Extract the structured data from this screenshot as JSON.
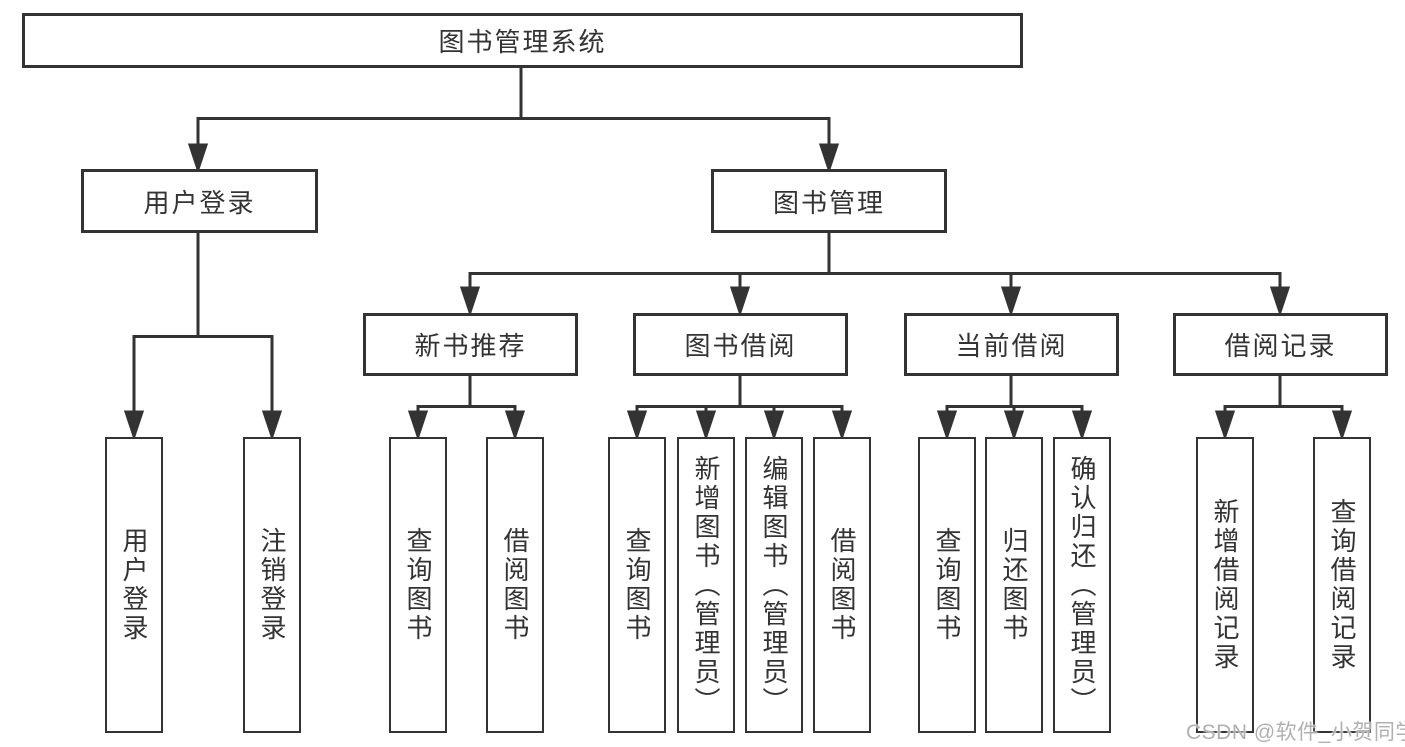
{
  "colors": {
    "line": "#333333",
    "box_background": "#ffffff",
    "text": "#333333",
    "watermark_text": "#b0b0b0",
    "page_background": "#ffffff"
  },
  "watermark": {
    "text": "CSDN @软件_小贺同学"
  },
  "tree": {
    "root": {
      "label": "图书管理系统",
      "children": [
        {
          "label": "用户登录",
          "children": [
            {
              "label": "用户登录"
            },
            {
              "label": "注销登录"
            }
          ]
        },
        {
          "label": "图书管理",
          "children": [
            {
              "label": "新书推荐",
              "children": [
                {
                  "label": "查询图书"
                },
                {
                  "label": "借阅图书"
                }
              ]
            },
            {
              "label": "图书借阅",
              "children": [
                {
                  "label": "查询图书"
                },
                {
                  "label": "新增图书（管理员）"
                },
                {
                  "label": "编辑图书（管理员）"
                },
                {
                  "label": "借阅图书"
                }
              ]
            },
            {
              "label": "当前借阅",
              "children": [
                {
                  "label": "查询图书"
                },
                {
                  "label": "归还图书"
                },
                {
                  "label": "确认归还（管理员）"
                }
              ]
            },
            {
              "label": "借阅记录",
              "children": [
                {
                  "label": "新增借阅记录"
                },
                {
                  "label": "查询借阅记录"
                }
              ]
            }
          ]
        }
      ]
    }
  }
}
